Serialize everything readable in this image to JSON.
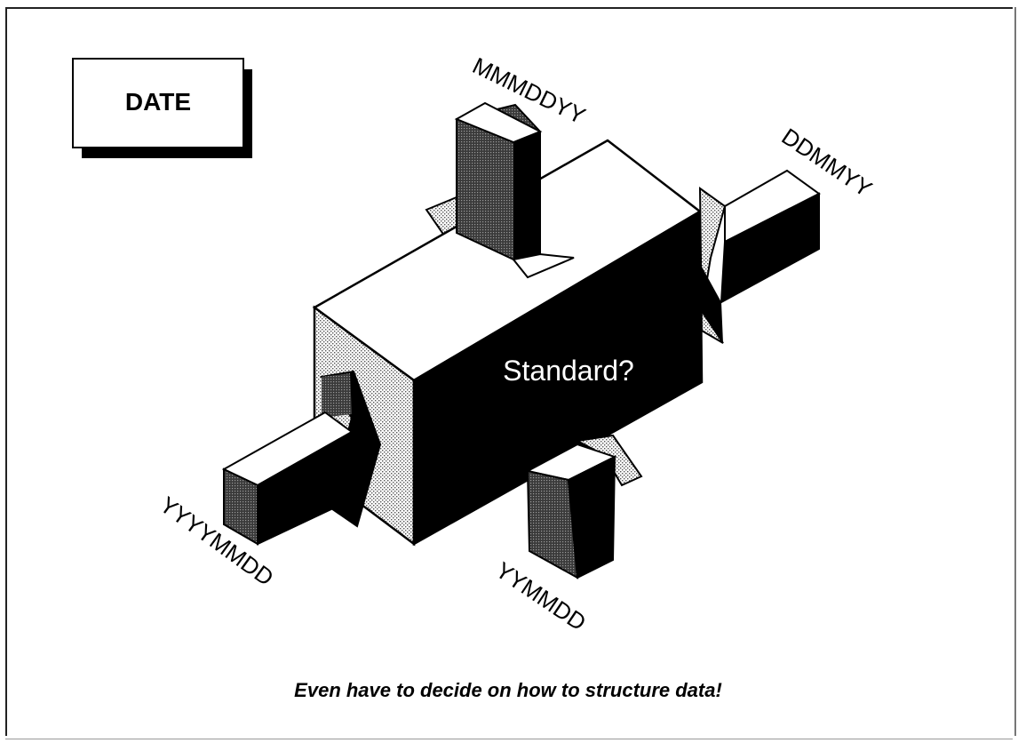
{
  "title_box": {
    "label": "DATE"
  },
  "cube": {
    "label": "Standard?"
  },
  "arrows": {
    "top": {
      "label": "MMMDDYY"
    },
    "right": {
      "label": "DDMMYY"
    },
    "left": {
      "label": "YYYYMMDD"
    },
    "bottom": {
      "label": "YYMMDD"
    }
  },
  "caption": "Even have to decide on how to structure data!",
  "colors": {
    "ink": "#000000",
    "paper": "#ffffff",
    "stipple": "#bdbdbd",
    "stipple_dark": "#555555"
  }
}
